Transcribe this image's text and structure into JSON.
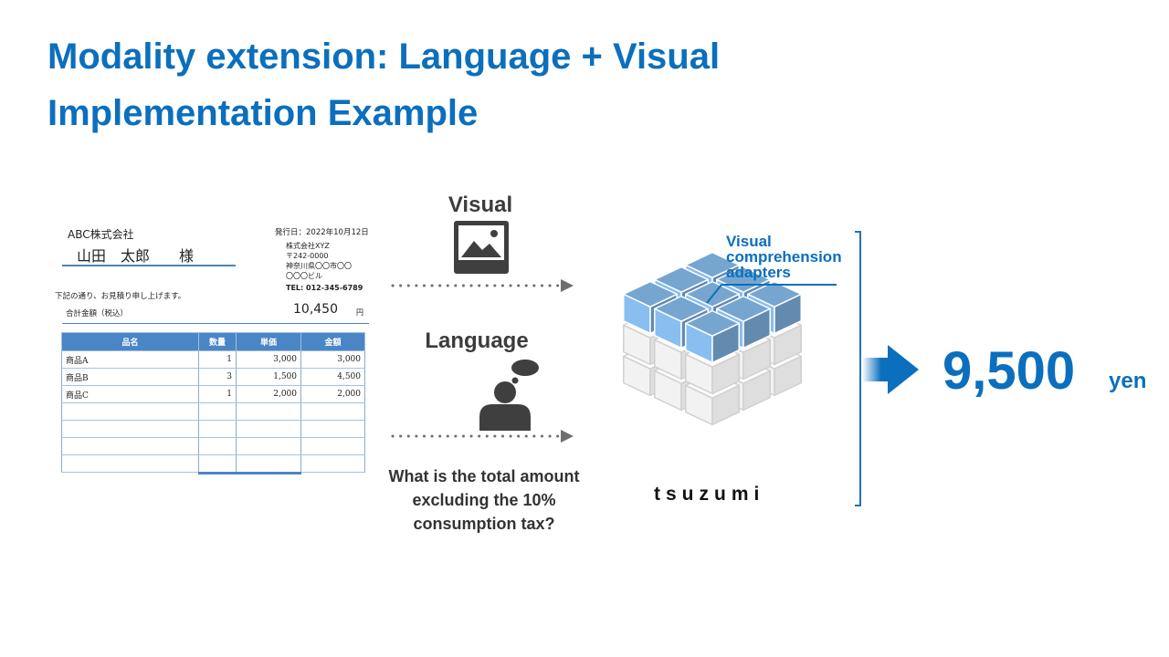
{
  "title": {
    "line1": "Modality extension: Language + Visual",
    "line2": "Implementation Example"
  },
  "quote_document": {
    "company": "ABC株式会社",
    "recipient": "山田　太郎　　様",
    "issue_date": "発行日：2022年10月12日",
    "sender_lines": [
      "株式会社XYZ",
      "〒242-0000",
      "神奈川県〇〇市〇〇",
      "〇〇〇ビル"
    ],
    "tel": "TEL: 012-345-6789",
    "intro": "下記の通り、お見積り申し上げます。",
    "total_label": "合計金額（税込）",
    "total_value": "10,450",
    "total_unit": "円",
    "table": {
      "headers": [
        "品名",
        "数量",
        "単価",
        "金額"
      ],
      "rows": [
        [
          "商品A",
          "1",
          "3,000",
          "3,000"
        ],
        [
          "商品B",
          "3",
          "1,500",
          "4,500"
        ],
        [
          "商品C",
          "1",
          "2,000",
          "2,000"
        ],
        [
          "",
          "",
          "",
          ""
        ],
        [
          "",
          "",
          "",
          ""
        ],
        [
          "",
          "",
          "",
          ""
        ],
        [
          "",
          "",
          "",
          ""
        ]
      ]
    }
  },
  "inputs": {
    "visual_label": "Visual",
    "visual_icon": "image-icon",
    "language_label": "Language",
    "language_icon": "thinking-person-icon",
    "question": "What is the total amount excluding the 10% consumption tax?"
  },
  "model": {
    "name": "tsuzumi",
    "adapter_label_lines": [
      "Visual",
      "comprehension",
      "adapters"
    ]
  },
  "output": {
    "value": "9,500",
    "unit": "yen"
  },
  "colors": {
    "accent": "#0b6fbd",
    "cube_blue": "#7fb2e0",
    "cube_gray": "#e9e9e9",
    "icon_dark": "#3f3f3f"
  }
}
